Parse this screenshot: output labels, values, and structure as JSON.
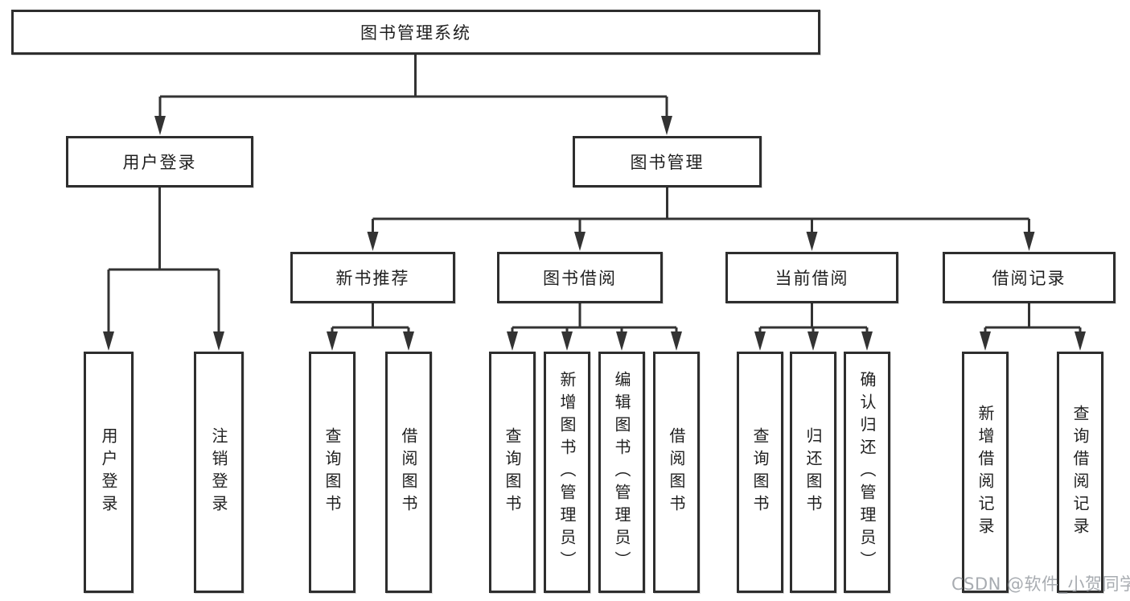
{
  "root": {
    "label": "图书管理系统"
  },
  "branches": [
    {
      "label": "用户登录",
      "children": [
        {
          "label": "用户登录"
        },
        {
          "label": "注销登录"
        }
      ]
    },
    {
      "label": "图书管理",
      "children": [
        {
          "label": "新书推荐",
          "children": [
            {
              "label": "查询图书"
            },
            {
              "label": "借阅图书"
            }
          ]
        },
        {
          "label": "图书借阅",
          "children": [
            {
              "label": "查询图书"
            },
            {
              "label": "新增图书（管理员）"
            },
            {
              "label": "编辑图书（管理员）"
            },
            {
              "label": "借阅图书"
            }
          ]
        },
        {
          "label": "当前借阅",
          "children": [
            {
              "label": "查询图书"
            },
            {
              "label": "归还图书"
            },
            {
              "label": "确认归还（管理员）"
            }
          ]
        },
        {
          "label": "借阅记录",
          "children": [
            {
              "label": "新增借阅记录"
            },
            {
              "label": "查询借阅记录"
            }
          ]
        }
      ]
    }
  ],
  "watermark": {
    "text": "CSDN @软件_小贺同学"
  },
  "colors": {
    "line": "#333333",
    "box_border": "#2e2e2e",
    "text": "#1f1f1f",
    "watermark": "#a8acb1",
    "background": "#ffffff"
  }
}
